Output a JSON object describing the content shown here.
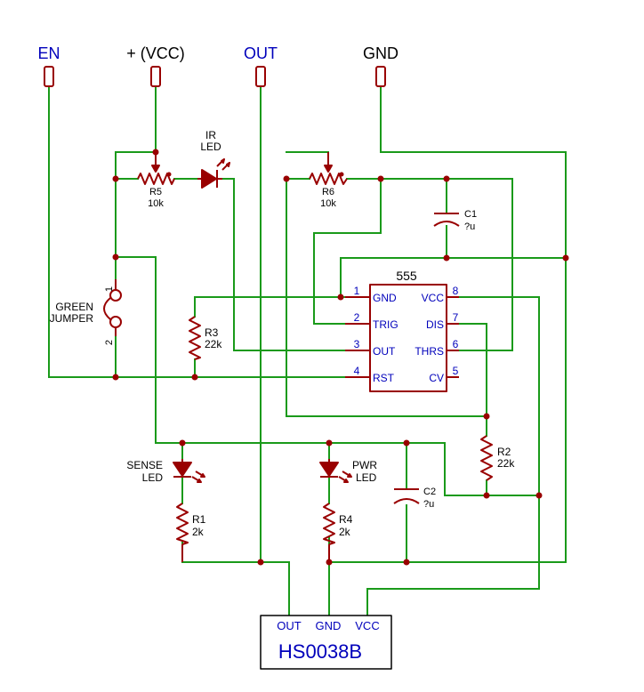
{
  "colors": {
    "wire": "#1a9a1a",
    "component": "#990000",
    "label_blue": "#0000bb",
    "text_black": "#000000",
    "background": "#ffffff"
  },
  "terminals": {
    "en": "EN",
    "vcc": "+ (VCC)",
    "out": "OUT",
    "gnd": "GND"
  },
  "components": {
    "r5": {
      "name": "R5",
      "value": "10k"
    },
    "r6": {
      "name": "R6",
      "value": "10k"
    },
    "ir_led": {
      "line1": "IR",
      "line2": "LED"
    },
    "c1": {
      "name": "C1",
      "value": "?u"
    },
    "ic": {
      "name": "555",
      "pins": [
        {
          "num": "1",
          "name": "GND"
        },
        {
          "num": "2",
          "name": "TRIG"
        },
        {
          "num": "3",
          "name": "OUT"
        },
        {
          "num": "4",
          "name": "RST"
        },
        {
          "num": "5",
          "name": "CV"
        },
        {
          "num": "6",
          "name": "THRS"
        },
        {
          "num": "7",
          "name": "DIS"
        },
        {
          "num": "8",
          "name": "VCC"
        }
      ]
    },
    "jumper": {
      "line1": "GREEN",
      "line2": "JUMPER",
      "pin1": "1",
      "pin2": "2"
    },
    "r3": {
      "name": "R3",
      "value": "22k"
    },
    "r2": {
      "name": "R2",
      "value": "22k"
    },
    "sense_led": {
      "line1": "SENSE",
      "line2": "LED"
    },
    "r1": {
      "name": "R1",
      "value": "2k"
    },
    "pwr_led": {
      "line1": "PWR",
      "line2": "LED"
    },
    "r4": {
      "name": "R4",
      "value": "2k"
    },
    "c2": {
      "name": "C2",
      "value": "?u"
    },
    "receiver": {
      "name": "HS0038B",
      "pin_out": "OUT",
      "pin_gnd": "GND",
      "pin_vcc": "VCC"
    }
  }
}
